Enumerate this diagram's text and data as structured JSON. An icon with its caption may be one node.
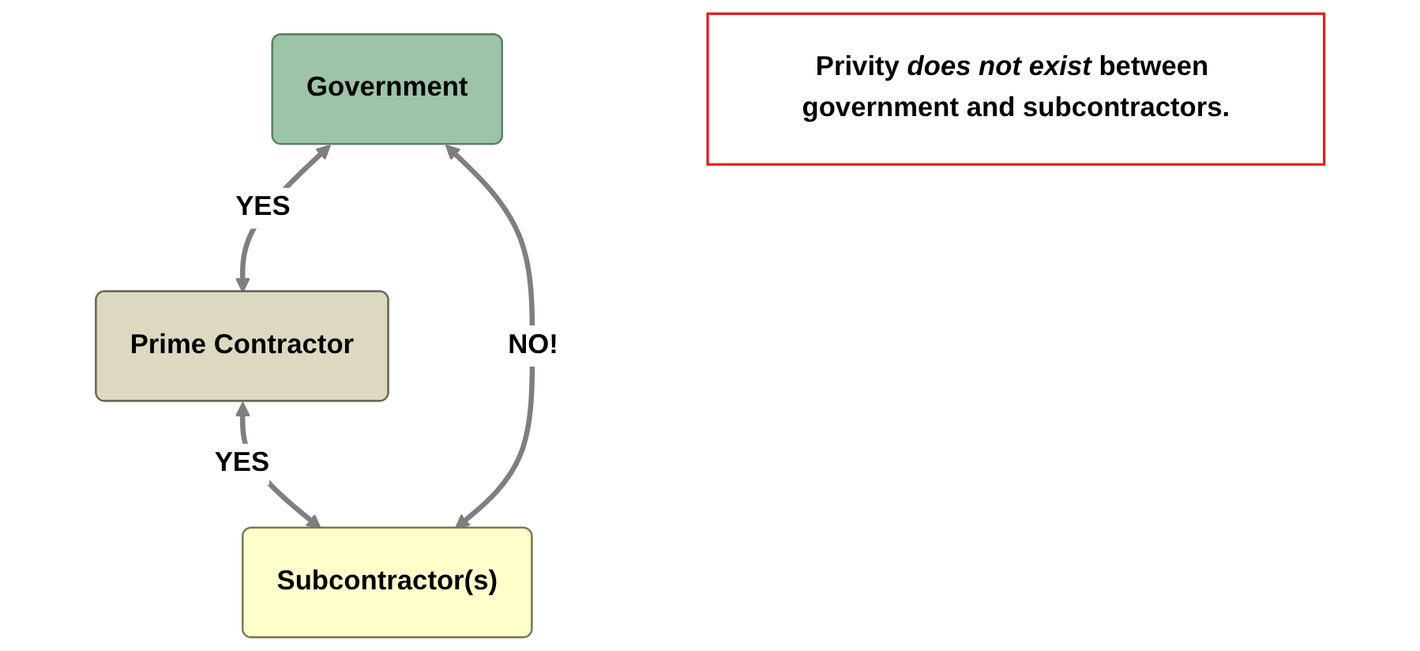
{
  "diagram": {
    "nodes": [
      {
        "text": [
          "Government"
        ]
      },
      {
        "text": [
          "Prime Contractor"
        ]
      },
      {
        "text": [
          "Subcontractor(s)"
        ]
      },
      {
        "text": [
          "Privity *does not exist* between government and subcontractors."
        ]
      }
    ],
    "edges": [
      {
        "from": 0,
        "to": 1,
        "arrow": "both",
        "label": "YES"
      },
      {
        "from": 1,
        "to": 2,
        "arrow": "both",
        "label": "YES"
      },
      {
        "from": 0,
        "to": 2,
        "arrow": "both",
        "label": "NO!"
      }
    ]
  }
}
